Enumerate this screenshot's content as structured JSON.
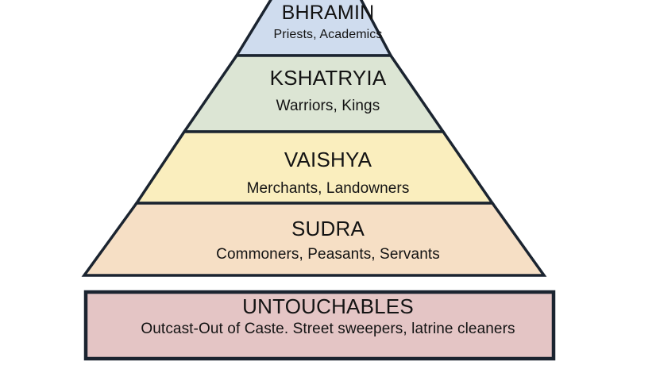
{
  "diagram": {
    "type": "pyramid-hierarchy",
    "background_color": "#ffffff",
    "outline_color": "#1b2430",
    "tiers": [
      {
        "id": "bhramin",
        "rank": 1,
        "title": "BHRAMIN",
        "subtitle": "Priests, Academics",
        "fill_color": "#cfdcee"
      },
      {
        "id": "kshatryia",
        "rank": 2,
        "title": "KSHATRYIA",
        "subtitle": "Warriors, Kings",
        "fill_color": "#dce5d4"
      },
      {
        "id": "vaishya",
        "rank": 3,
        "title": "VAISHYA",
        "subtitle": "Merchants, Landowners",
        "fill_color": "#faeebe"
      },
      {
        "id": "sudra",
        "rank": 4,
        "title": "SUDRA",
        "subtitle": "Commoners, Peasants, Servants",
        "fill_color": "#f6dfc5"
      }
    ],
    "outcast_box": {
      "id": "untouchables",
      "rank": 5,
      "title": "UNTOUCHABLES",
      "subtitle": "Outcast-Out of Caste. Street sweepers, latrine cleaners",
      "fill_color": "#e4c5c5",
      "border_color": "#1b2430"
    }
  }
}
